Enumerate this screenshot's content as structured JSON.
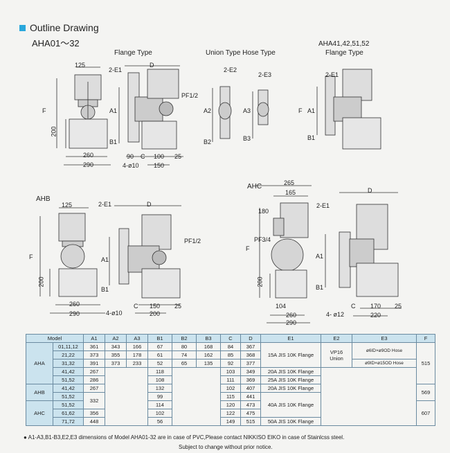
{
  "header": {
    "title": "Outline Drawing",
    "subtitle": "AHA01～32"
  },
  "top": {
    "flange_title": "Flange Type",
    "union_title": "Union Type Hose Type",
    "aha41_title_1": "AHA41,42,51,52",
    "aha41_title_2": "Flange Type",
    "d125": "125",
    "F": "F",
    "d200": "200",
    "d260": "260",
    "d290": "290",
    "e1": "2-E1",
    "D": "D",
    "pf": "PF1/2",
    "A1": "A1",
    "B1": "B1",
    "d90": "90",
    "C": "C",
    "d100": "100",
    "d25": "25",
    "d150": "150",
    "phi10": "4-ø10",
    "e2": "2-E2",
    "A2": "A2",
    "B2": "B2",
    "e3": "2-E3",
    "A3": "A3",
    "B3": "B3",
    "r_e1": "2-E1",
    "r_F": "F",
    "r_A1": "A1",
    "r_B1": "B1"
  },
  "ahb": {
    "title": "AHB",
    "d125": "125",
    "e1": "2-E1",
    "D": "D",
    "pf": "PF1/2",
    "F": "F",
    "A1": "A1",
    "B1": "B1",
    "d200": "200",
    "d260": "260",
    "d290": "290",
    "phi10": "4-ø10",
    "C": "C",
    "d150": "150",
    "d200b": "200",
    "d25": "25"
  },
  "ahc": {
    "title": "AHC",
    "d265": "265",
    "d165": "165",
    "D": "D",
    "d180": "180",
    "e1": "2-E1",
    "pf": "PF3/4",
    "F": "F",
    "A1": "A1",
    "B1": "B1",
    "d200": "200",
    "d104": "104",
    "d260": "260",
    "d290": "290",
    "phi12": "4- ø12",
    "C": "C",
    "d170": "170",
    "d25": "25",
    "d220": "220"
  },
  "table": {
    "headers": [
      "Model",
      "A1",
      "A2",
      "A3",
      "B1",
      "B2",
      "B3",
      "C",
      "D",
      "E1",
      "E2",
      "E3",
      "F"
    ],
    "aha": "AHA",
    "ahb": "AHB",
    "ahc": "AHC",
    "rows": [
      {
        "m": "01,11,12",
        "a1": "361",
        "a2": "343",
        "a3": "166",
        "b1": "67",
        "b2": "80",
        "b3": "168",
        "c": "84",
        "d": "367"
      },
      {
        "m": "21,22",
        "a1": "373",
        "a2": "355",
        "a3": "178",
        "b1": "61",
        "b2": "74",
        "b3": "162",
        "c": "85",
        "d": "368"
      },
      {
        "m": "31,32",
        "a1": "391",
        "a2": "373",
        "a3": "233",
        "b1": "52",
        "b2": "65",
        "b3": "135",
        "c": "92",
        "d": "377"
      },
      {
        "m": "41,42",
        "a1": "267",
        "a2": "",
        "a3": "",
        "b1": "118",
        "b2": "",
        "b3": "",
        "c": "103",
        "d": "349"
      },
      {
        "m": "51,52",
        "a1": "286",
        "a2": "",
        "a3": "",
        "b1": "108",
        "b2": "",
        "b3": "",
        "c": "111",
        "d": "369"
      },
      {
        "m": "41,42",
        "a1": "267",
        "a2": "",
        "a3": "",
        "b1": "132",
        "b2": "",
        "b3": "",
        "c": "102",
        "d": "407"
      },
      {
        "m": "51,52",
        "a1": "332",
        "a2": "",
        "a3": "",
        "b1": "99",
        "b2": "",
        "b3": "",
        "c": "115",
        "d": "441"
      },
      {
        "m": "51,52",
        "a1": "",
        "a2": "",
        "a3": "",
        "b1": "114",
        "b2": "",
        "b3": "",
        "c": "120",
        "d": "473"
      },
      {
        "m": "61,62",
        "a1": "356",
        "a2": "",
        "a3": "",
        "b1": "102",
        "b2": "",
        "b3": "",
        "c": "122",
        "d": "475"
      },
      {
        "m": "71,72",
        "a1": "448",
        "a2": "",
        "a3": "",
        "b1": "56",
        "b2": "",
        "b3": "",
        "c": "149",
        "d": "515"
      }
    ],
    "e1_15a": "15A JIS 10K Flange",
    "e1_20a": "20A JIS 10K Flange",
    "e1_25a": "25A JIS 10K Flange",
    "e1_20a_b": "20A JIS 10K Flange",
    "e1_40a": "40A JIS 10K Flange",
    "e1_50a": "50A JIS 10K Flange",
    "e2_1": "VP16",
    "e2_2": "Union",
    "e3_1": "ø6ID×ø9OD Hose",
    "e3_2": "ø9ID×ø15OD Hose",
    "f_515": "515",
    "f_569": "569",
    "f_607": "607"
  },
  "notes": {
    "note1": "● A1-A3,B1-B3,E2,E3 dimensions of Model AHA01-32 are in case of PVC,Please contact NIKKISO EIKO in case of Stainlcss steel.",
    "note2": "Subject to change without prior notice."
  }
}
